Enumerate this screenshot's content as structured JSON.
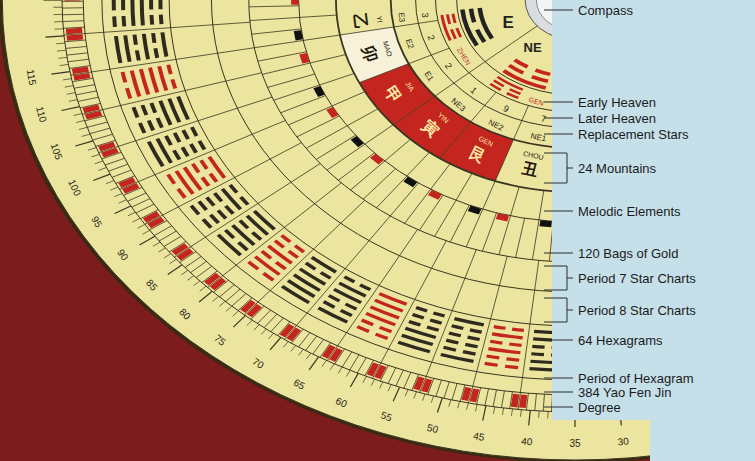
{
  "diagram": {
    "labels": [
      "Compass",
      "Early Heaven",
      "Later Heaven",
      "Replacement Stars",
      "24 Mountains",
      "Melodic Elements",
      "120 Bags of Gold",
      "Period 7 Star Charts",
      "Period 8 Star Charts",
      "64 Hexagrams",
      "Period of Hexagram",
      "384 Yao Fen Jin",
      "Degree",
      "E",
      "NE",
      "ZHEN",
      "GEN",
      "3",
      "2",
      "2",
      "1",
      "9",
      "7",
      "E3",
      "E2",
      "E1",
      "NE3",
      "NE2",
      "NE1",
      "乙",
      "YI",
      "卯",
      "MAO",
      "甲",
      "JIA",
      "寅",
      "YIN",
      "艮",
      "GEN",
      "丑",
      "CHOU",
      "115",
      "110",
      "105",
      "100",
      "95",
      "90",
      "85",
      "80",
      "75",
      "70",
      "65",
      "60",
      "55",
      "50",
      "45",
      "40",
      "35",
      "30"
    ]
  }
}
